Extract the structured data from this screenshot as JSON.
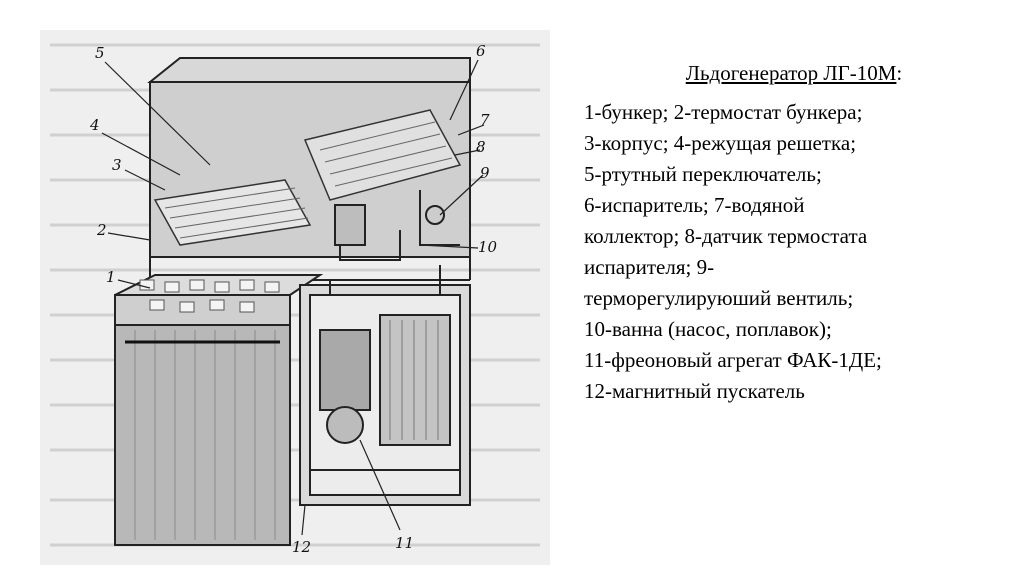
{
  "figure": {
    "labels": [
      "1",
      "2",
      "3",
      "4",
      "5",
      "6",
      "7",
      "8",
      "9",
      "10",
      "11",
      "12"
    ]
  },
  "legend": {
    "title": "Льдогенератор ЛГ-10М",
    "title_suffix": ":",
    "lines": [
      "1-бункер; 2-термостат бункера;",
      "3-корпус; 4-режущая решетка;",
      "5-ртутный переключатель;",
      "6-испаритель; 7-водяной",
      "коллектор; 8-датчик термостата",
      "испарителя; 9-",
      "терморегулируюший вентиль;",
      "10-ванна (насос, поплавок);",
      "11-фреоновый агрегат ФАК-1ДЕ;",
      "12-магнитный пускатель"
    ]
  }
}
